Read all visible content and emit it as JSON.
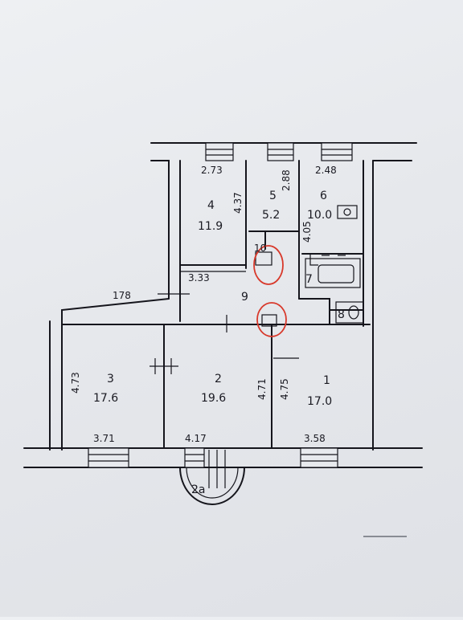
{
  "rooms": [
    {
      "id": "r1",
      "num": "1",
      "area": "17.0"
    },
    {
      "id": "r2",
      "num": "2",
      "area": "19.6"
    },
    {
      "id": "r3",
      "num": "3",
      "area": "17.6"
    },
    {
      "id": "r4",
      "num": "4",
      "area": "11.9"
    },
    {
      "id": "r5",
      "num": "5",
      "area": "5.2"
    },
    {
      "id": "r6",
      "num": "6",
      "area": "10.0"
    },
    {
      "id": "r7",
      "num": "7"
    },
    {
      "id": "r8",
      "num": "8"
    },
    {
      "id": "r9",
      "num": "9"
    },
    {
      "id": "r10",
      "num": "10"
    },
    {
      "id": "r2a",
      "num": "2a"
    }
  ],
  "dimensions": {
    "d273": "2.73",
    "d437": "4.37",
    "d288": "2.88",
    "d248": "2.48",
    "d405": "4.05",
    "d333": "3.33",
    "d178": "178",
    "d473": "4.73",
    "d471": "4.71",
    "d475": "4.75",
    "d371": "3.71",
    "d417": "4.17",
    "d358": "3.58"
  },
  "colors": {
    "ink": "#15151c",
    "marker": "#d8382a",
    "paper": "#e6e8ec"
  }
}
